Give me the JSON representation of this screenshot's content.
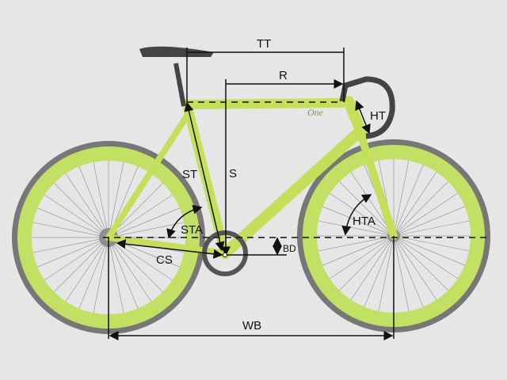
{
  "colors": {
    "background": "#e6e6e6",
    "frame": "#c4e05a",
    "tire": "#6e6e6e",
    "rim": "#bde05a",
    "lines": "#111111"
  },
  "frame_logo": "One",
  "labels": {
    "tt": "TT",
    "r": "R",
    "ht": "HT",
    "st": "ST",
    "s": "S",
    "sta": "STA",
    "hta": "HTA",
    "bd": "BD",
    "cs": "CS",
    "wb": "WB"
  }
}
